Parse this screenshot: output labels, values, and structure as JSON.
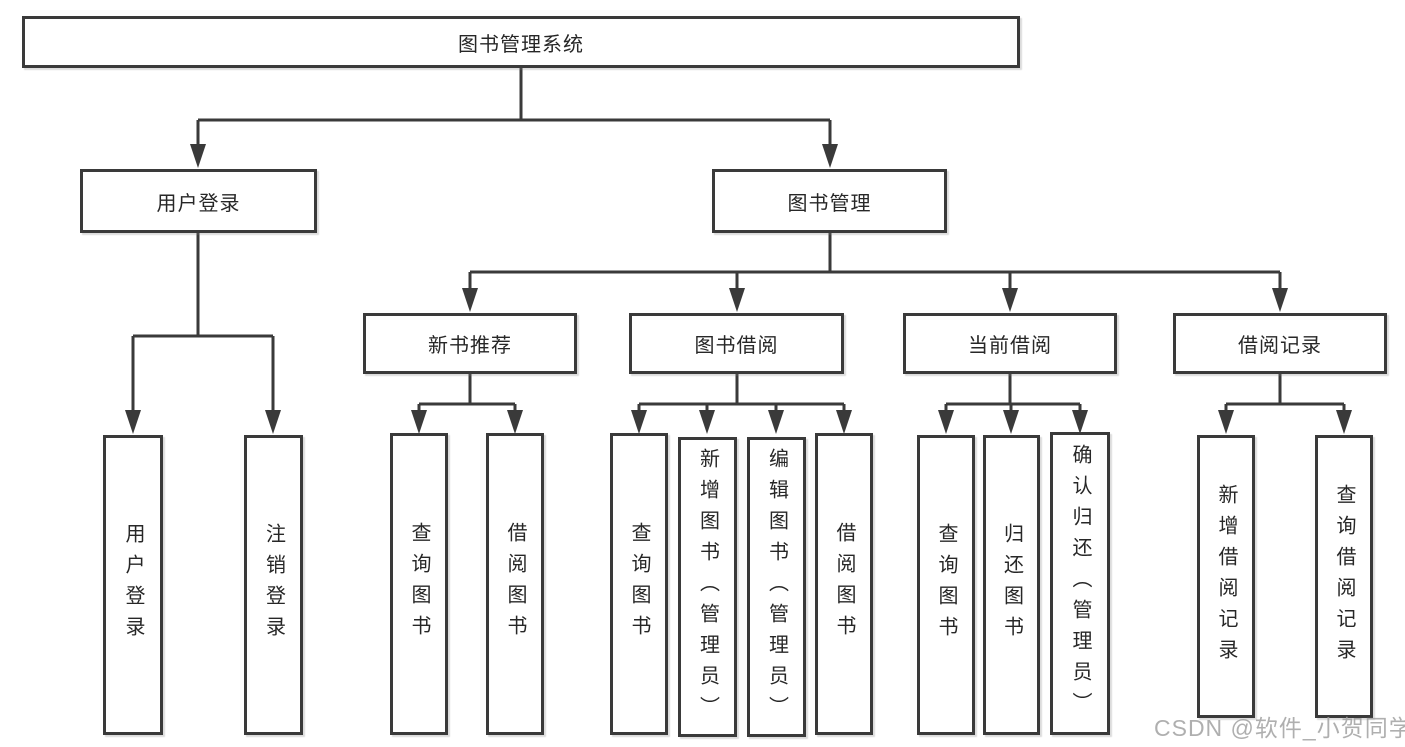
{
  "title": "图书管理系统",
  "watermark": "CSDN @软件_小贺同学",
  "colors": {
    "line": "#3a3a3a",
    "text": "#272727",
    "background": "#ffffff",
    "watermark": "#9e9e9e"
  },
  "tree": {
    "root": {
      "label": "图书管理系统",
      "children": [
        {
          "label": "用户登录",
          "children": [
            {
              "label": "用户登录"
            },
            {
              "label": "注销登录"
            }
          ]
        },
        {
          "label": "图书管理",
          "children": [
            {
              "label": "新书推荐",
              "children": [
                {
                  "label": "查询图书"
                },
                {
                  "label": "借阅图书"
                }
              ]
            },
            {
              "label": "图书借阅",
              "children": [
                {
                  "label": "查询图书"
                },
                {
                  "label": "新增图书（管理员）"
                },
                {
                  "label": "编辑图书（管理员）"
                },
                {
                  "label": "借阅图书"
                }
              ]
            },
            {
              "label": "当前借阅",
              "children": [
                {
                  "label": "查询图书"
                },
                {
                  "label": "归还图书"
                },
                {
                  "label": "确认归还（管理员）"
                }
              ]
            },
            {
              "label": "借阅记录",
              "children": [
                {
                  "label": "新增借阅记录"
                },
                {
                  "label": "查询借阅记录"
                }
              ]
            }
          ]
        }
      ]
    }
  }
}
